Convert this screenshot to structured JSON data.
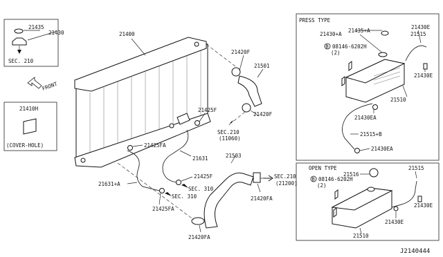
{
  "diagram_code": "J2140444",
  "inset_cap": {
    "part_a": "21435",
    "part_b": "21430",
    "sec": "SEC. 210"
  },
  "front_label": "FRONT",
  "cover_hole": {
    "part": "21410H",
    "caption": "(COVER-HOLE)"
  },
  "radiator": {
    "main": "21400",
    "clamp_top_a": "21420F",
    "upper_hose": "21501",
    "clamp_top_b": "21420F",
    "sec_upper": "SEC.210",
    "sec_upper_sub": "(11060)",
    "hose_clamp_1": "21425F",
    "hose_clamp_2": "21425FA",
    "hose_1": "21631",
    "hose_clamp_3": "21425F",
    "sec_310_a": "SEC. 310",
    "hose_2": "21631+A",
    "sec_310_b": "SEC. 310",
    "hose_clamp_4": "21425FA",
    "lower_hose": "21503",
    "sec_lower": "SEC.210",
    "sec_lower_sub": "(21200)",
    "clamp_lower_a": "21420FA",
    "clamp_lower_b": "21420FA"
  },
  "press_type": {
    "title": "PRESS TYPE",
    "cap": "21435+A",
    "tank": "21430+A",
    "clamp_e": "21430E",
    "hose_515": "21515",
    "bolt": "08146-6202H",
    "bolt_qty": "(2)",
    "clamp_e2": "21430E",
    "tank_510": "21510",
    "clamp_ea": "21430EA",
    "hose_b": "21515+B",
    "clamp_ea2": "21430EA",
    "bolt_prefix": "B"
  },
  "open_type": {
    "title": "OPEN TYPE",
    "cap": "21516",
    "hose": "21515",
    "bolt": "08146-6202H",
    "bolt_qty": "(2)",
    "bolt_prefix": "B",
    "clamp_e": "21430E",
    "clamp_e2": "21430E",
    "tank": "21510"
  }
}
